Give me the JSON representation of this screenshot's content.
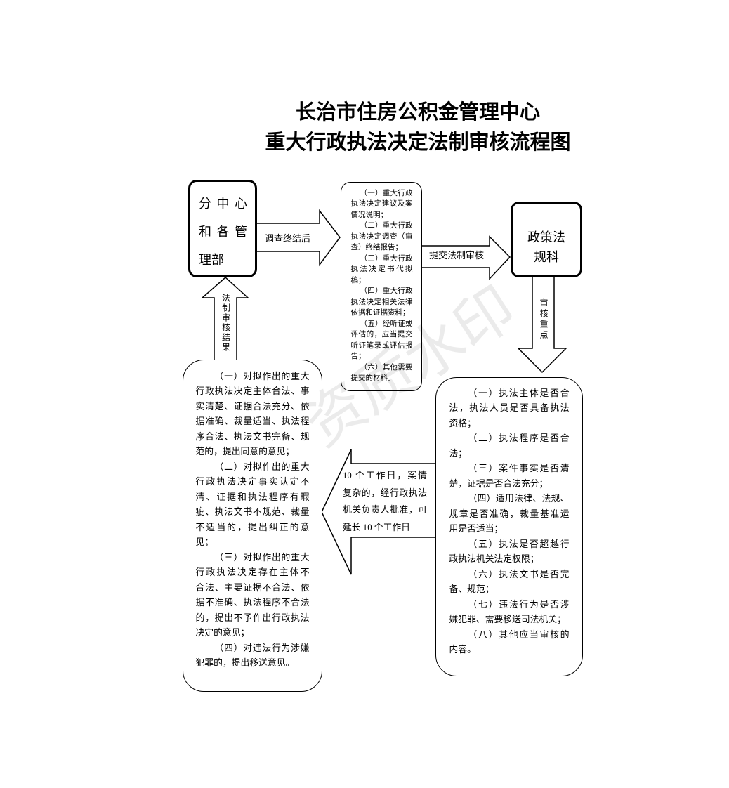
{
  "title": {
    "line1": "长治市住房公积金管理中心",
    "line2": "重大行政执法决定法制审核流程图"
  },
  "nodes": {
    "departments": {
      "lines": [
        "分中心",
        "和各管",
        "理部"
      ]
    },
    "submission_materials": {
      "lines": [
        "（一）重大行政",
        "执法决定建议及案",
        "情况说明；",
        "（二）重大行政",
        "执法决定调查（审",
        "查）终结报告；",
        "（三）重大行政",
        "执法决定书代拟",
        "稿；",
        "（四）重大行政",
        "执法决定相关法律",
        "依据和证据资料；",
        "（五）经听证或",
        "评估的，应当提交",
        "听证笔录或评估报",
        "告；",
        "（六）其他需要",
        "提交的材料。"
      ]
    },
    "policy_office": {
      "lines": [
        "政策法",
        "规科"
      ]
    },
    "review_points": {
      "lines": [
        "（一）执法主体是否合",
        "法，执法人员是否具备执法",
        "资格；",
        "（二）执法程序是否合",
        "法；",
        "（三）案件事实是否清",
        "楚，证据是否合法充分；",
        "（四）适用法律、法规、",
        "规章是否准确，裁量基准运",
        "用是否适当；",
        "（五）执法是否超越行",
        "政执法机关法定权限；",
        "（六）执法文书是否完",
        "备、规范；",
        "（七）违法行为是否涉",
        "嫌犯罪、需要移送司法机关；",
        "（八）其他应当审核的",
        "内容。"
      ]
    },
    "review_results": {
      "lines": [
        "（一）对拟作出的重大",
        "行政执法决定主体合法、事",
        "实清楚、证据合法充分、依",
        "据准确、裁量适当、执法程",
        "序合法、执法文书完备、规",
        "范的，提出同意的意见；",
        "（二）对拟作出的重大",
        "行政执法决定事实认定不",
        "清、证据和执法程序有瑕",
        "疵、执法文书不规范、裁量",
        "不适当的，提出纠正的意",
        "见；",
        "（三）对拟作出的重大",
        "行政执法决定存在主体不",
        "合法、主要证据不合法、依",
        "据不准确、执法程序不合法",
        "的，提出不予作出行政执法",
        "决定的意见；",
        "（四）对违法行为涉嫌",
        "犯罪的，提出移送意见。"
      ]
    }
  },
  "edges": {
    "investigation_done": "调查终结后",
    "submit_for_review": "提交法制审核",
    "review_focus": "审核重点",
    "review_deadline": {
      "lines": [
        "10 个工作日，案情",
        "复杂的，经行政执法",
        "机关负责人批准，可",
        "延长 10 个工作日"
      ]
    },
    "review_result": "法制审核结果"
  },
  "watermark": "资质水印"
}
